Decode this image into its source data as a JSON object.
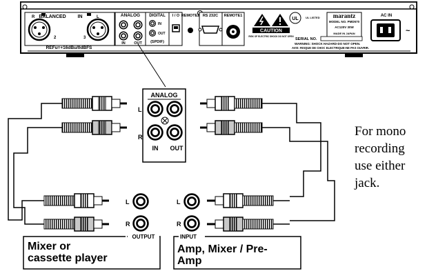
{
  "rear_panel": {
    "balanced": "BALANCED",
    "in": "IN",
    "l": "L",
    "r": "R",
    "analog": "ANALOG",
    "digital": "DIGITAL",
    "in_small": "IN",
    "out_small": "OUT",
    "spdif": "(SPDIF)",
    "io": "I / O",
    "remote2": "REMOTE2",
    "rs232c": "RS 232C",
    "remote1": "REMOTE1",
    "ref_level": "REFu=+16dBu/0dBFS",
    "caution": "CAUTION",
    "risk": "RISK OF ELECTRIC SHOCK DO NOT OPEN",
    "ul_listed": "UL LISTED",
    "brand": "marantz",
    "model": "MODEL NO. PMD570",
    "power_rating": "AC120V 30W",
    "made_in": "MADE IN JAPAN",
    "serial": "SERIAL NO.",
    "warning_en": "WARNING: SHOCK HAZARD-DO NOT OPEN.",
    "warning_fr": "AVIS: RISQUE DE CHOC ELECTRIQUE-NE PAS OUVRIR.",
    "ac_in": "AC IN",
    "pin2": "2",
    "pin3": "3"
  },
  "analog_closeup": {
    "title": "ANALOG",
    "l": "L",
    "r": "R",
    "in": "IN",
    "out": "OUT"
  },
  "source_device": {
    "label_line1": "Mixer or",
    "label_line2": "cassette player",
    "jack_header": "OUTPUT",
    "l": "L",
    "r": "R"
  },
  "dest_device": {
    "label_line1": "Amp, Mixer / Pre-",
    "label_line2": "Amp",
    "jack_header": "INPUT",
    "l": "L",
    "r": "R"
  },
  "caption_lines": [
    "For mono",
    "recording",
    "use either",
    "jack."
  ]
}
